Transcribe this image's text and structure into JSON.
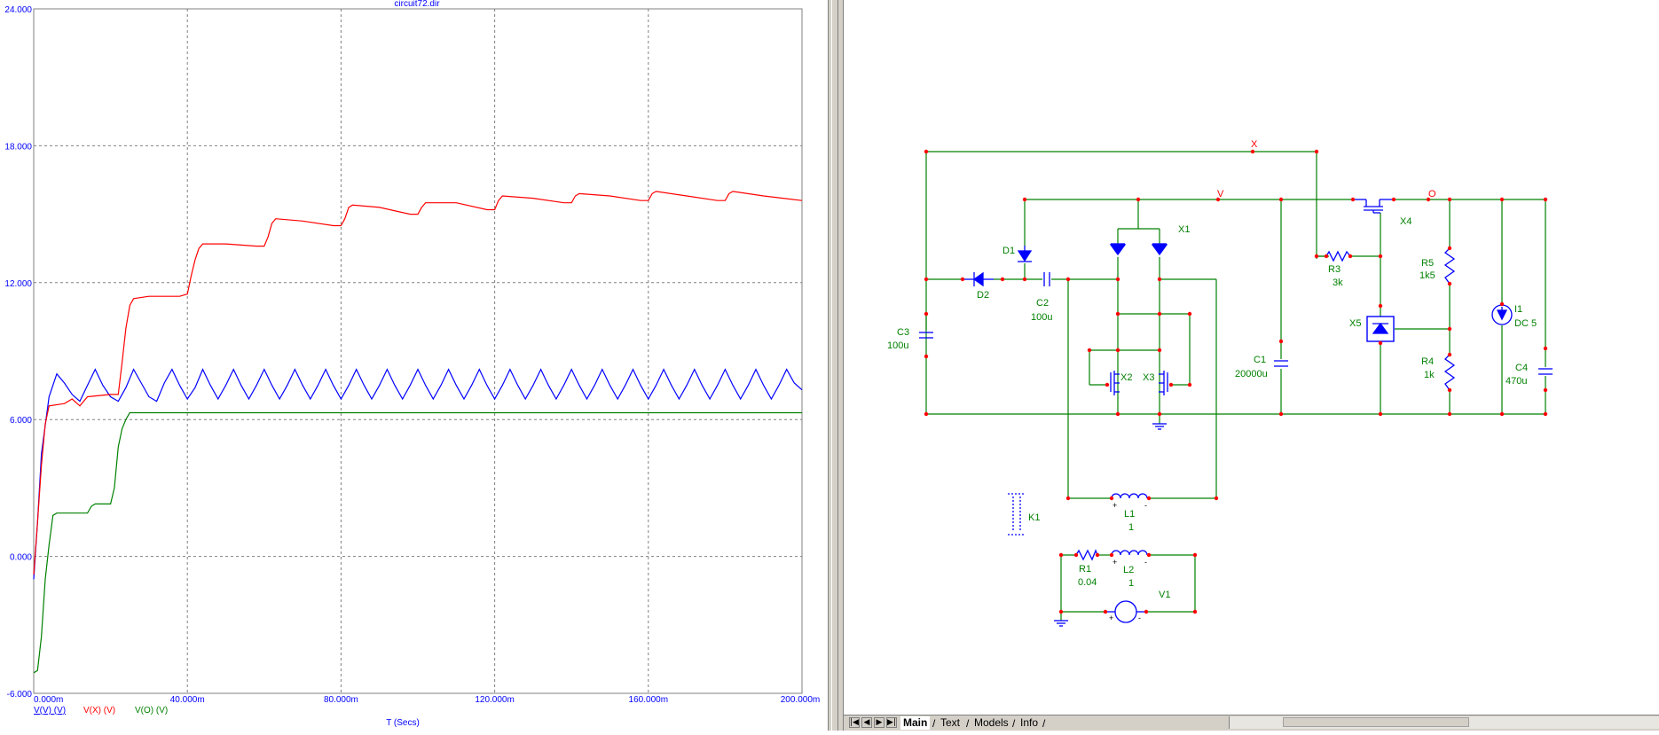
{
  "plot": {
    "title": "circuit72.dir",
    "x_axis_title": "T (Secs)",
    "y_ticks": [
      "24.000",
      "18.000",
      "12.000",
      "6.000",
      "0.000",
      "-6.000"
    ],
    "x_ticks": [
      "0.000m",
      "40.000m",
      "80.000m",
      "120.000m",
      "160.000m",
      "200.000m"
    ],
    "legend": [
      {
        "label": "V(V) (V)",
        "color": "#0000ff"
      },
      {
        "label": "V(X) (V)",
        "color": "#ff0000"
      },
      {
        "label": "V(O) (V)",
        "color": "#008000"
      }
    ]
  },
  "chart_data": {
    "type": "line",
    "title": "circuit72.dir",
    "xlabel": "T (Secs)",
    "ylabel": "",
    "xlim": [
      0,
      200
    ],
    "ylim": [
      -6,
      24
    ],
    "x_unit": "ms",
    "grid": true,
    "legend_position": "bottom-left",
    "series": [
      {
        "name": "V(V) (V)",
        "color": "#0000ff",
        "points": [
          [
            0,
            -1.0
          ],
          [
            1,
            1.5
          ],
          [
            2,
            4.5
          ],
          [
            4,
            7.0
          ],
          [
            6,
            8.0
          ],
          [
            8,
            7.6
          ],
          [
            10,
            7.1
          ],
          [
            12,
            6.8
          ],
          [
            14,
            7.5
          ],
          [
            16,
            8.2
          ],
          [
            18,
            7.5
          ],
          [
            20,
            7.0
          ],
          [
            22,
            6.8
          ],
          [
            24,
            7.4
          ],
          [
            26,
            8.2
          ],
          [
            28,
            7.6
          ],
          [
            30,
            7.0
          ],
          [
            32,
            6.8
          ],
          [
            34,
            7.6
          ],
          [
            36,
            8.2
          ],
          [
            38,
            7.5
          ],
          [
            40,
            6.9
          ],
          [
            42,
            7.4
          ],
          [
            44,
            8.2
          ],
          [
            46,
            7.5
          ],
          [
            48,
            6.9
          ],
          [
            50,
            7.5
          ],
          [
            52,
            8.2
          ],
          [
            54,
            7.5
          ],
          [
            56,
            6.9
          ],
          [
            58,
            7.5
          ],
          [
            60,
            8.2
          ],
          [
            62,
            7.5
          ],
          [
            64,
            6.9
          ],
          [
            66,
            7.5
          ],
          [
            68,
            8.2
          ],
          [
            70,
            7.5
          ],
          [
            72,
            6.9
          ],
          [
            74,
            7.5
          ],
          [
            76,
            8.2
          ],
          [
            78,
            7.5
          ],
          [
            80,
            6.9
          ],
          [
            82,
            7.5
          ],
          [
            84,
            8.2
          ],
          [
            86,
            7.5
          ],
          [
            88,
            6.9
          ],
          [
            90,
            7.5
          ],
          [
            92,
            8.2
          ],
          [
            94,
            7.5
          ],
          [
            96,
            6.9
          ],
          [
            98,
            7.5
          ],
          [
            100,
            8.2
          ],
          [
            102,
            7.5
          ],
          [
            104,
            6.9
          ],
          [
            106,
            7.5
          ],
          [
            108,
            8.2
          ],
          [
            110,
            7.5
          ],
          [
            112,
            6.9
          ],
          [
            114,
            7.5
          ],
          [
            116,
            8.2
          ],
          [
            118,
            7.5
          ],
          [
            120,
            6.9
          ],
          [
            122,
            7.5
          ],
          [
            124,
            8.2
          ],
          [
            126,
            7.5
          ],
          [
            128,
            6.9
          ],
          [
            130,
            7.5
          ],
          [
            132,
            8.2
          ],
          [
            134,
            7.5
          ],
          [
            136,
            6.9
          ],
          [
            138,
            7.5
          ],
          [
            140,
            8.2
          ],
          [
            142,
            7.5
          ],
          [
            144,
            6.9
          ],
          [
            146,
            7.5
          ],
          [
            148,
            8.2
          ],
          [
            150,
            7.5
          ],
          [
            152,
            6.9
          ],
          [
            154,
            7.5
          ],
          [
            156,
            8.2
          ],
          [
            158,
            7.5
          ],
          [
            160,
            6.9
          ],
          [
            162,
            7.5
          ],
          [
            164,
            8.2
          ],
          [
            166,
            7.5
          ],
          [
            168,
            6.9
          ],
          [
            170,
            7.5
          ],
          [
            172,
            8.2
          ],
          [
            174,
            7.5
          ],
          [
            176,
            6.9
          ],
          [
            178,
            7.5
          ],
          [
            180,
            8.2
          ],
          [
            182,
            7.5
          ],
          [
            184,
            6.9
          ],
          [
            186,
            7.5
          ],
          [
            188,
            8.2
          ],
          [
            190,
            7.5
          ],
          [
            192,
            6.9
          ],
          [
            194,
            7.5
          ],
          [
            196,
            8.2
          ],
          [
            198,
            7.6
          ],
          [
            200,
            7.3
          ]
        ]
      },
      {
        "name": "V(X) (V)",
        "color": "#ff0000",
        "points": [
          [
            0,
            -0.8
          ],
          [
            1,
            1.5
          ],
          [
            2,
            4.0
          ],
          [
            3,
            5.8
          ],
          [
            4,
            6.6
          ],
          [
            8,
            6.7
          ],
          [
            10,
            6.9
          ],
          [
            12,
            6.6
          ],
          [
            14,
            7.0
          ],
          [
            20,
            7.1
          ],
          [
            22,
            7.1
          ],
          [
            23,
            8.5
          ],
          [
            24,
            10.0
          ],
          [
            25,
            11.0
          ],
          [
            26,
            11.3
          ],
          [
            30,
            11.4
          ],
          [
            38,
            11.4
          ],
          [
            40,
            11.5
          ],
          [
            41,
            12.3
          ],
          [
            42,
            13.0
          ],
          [
            43,
            13.5
          ],
          [
            44,
            13.7
          ],
          [
            50,
            13.7
          ],
          [
            58,
            13.6
          ],
          [
            60,
            13.6
          ],
          [
            61,
            14.0
          ],
          [
            62,
            14.6
          ],
          [
            63,
            14.8
          ],
          [
            70,
            14.7
          ],
          [
            78,
            14.5
          ],
          [
            80,
            14.5
          ],
          [
            81,
            14.8
          ],
          [
            82,
            15.3
          ],
          [
            83,
            15.4
          ],
          [
            90,
            15.3
          ],
          [
            98,
            15.0
          ],
          [
            100,
            15.0
          ],
          [
            101,
            15.3
          ],
          [
            102,
            15.5
          ],
          [
            110,
            15.5
          ],
          [
            118,
            15.2
          ],
          [
            120,
            15.2
          ],
          [
            121,
            15.6
          ],
          [
            122,
            15.8
          ],
          [
            130,
            15.7
          ],
          [
            138,
            15.5
          ],
          [
            140,
            15.5
          ],
          [
            141,
            15.8
          ],
          [
            142,
            15.9
          ],
          [
            150,
            15.8
          ],
          [
            158,
            15.6
          ],
          [
            160,
            15.6
          ],
          [
            161,
            15.9
          ],
          [
            162,
            16.0
          ],
          [
            170,
            15.8
          ],
          [
            178,
            15.6
          ],
          [
            180,
            15.6
          ],
          [
            181,
            15.9
          ],
          [
            182,
            16.0
          ],
          [
            190,
            15.8
          ],
          [
            200,
            15.6
          ]
        ]
      },
      {
        "name": "V(O) (V)",
        "color": "#008000",
        "points": [
          [
            0,
            -5.1
          ],
          [
            1,
            -5.0
          ],
          [
            2,
            -3.5
          ],
          [
            3,
            -1.0
          ],
          [
            4,
            0.5
          ],
          [
            5,
            1.8
          ],
          [
            6,
            1.9
          ],
          [
            14,
            1.9
          ],
          [
            15,
            2.2
          ],
          [
            16,
            2.3
          ],
          [
            20,
            2.3
          ],
          [
            21,
            3.0
          ],
          [
            22,
            4.8
          ],
          [
            23,
            5.6
          ],
          [
            24,
            6.0
          ],
          [
            25,
            6.3
          ],
          [
            30,
            6.3
          ],
          [
            200,
            6.3
          ]
        ]
      }
    ]
  },
  "schematic": {
    "nodes": {
      "x": "X",
      "v": "V",
      "o": "O"
    },
    "parts": [
      {
        "key": "d1",
        "name": "D1",
        "value": ""
      },
      {
        "key": "d2",
        "name": "D2",
        "value": ""
      },
      {
        "key": "c2",
        "name": "C2",
        "value": "100u"
      },
      {
        "key": "c3",
        "name": "C3",
        "value": "100u"
      },
      {
        "key": "x1",
        "name": "X1",
        "value": ""
      },
      {
        "key": "x2",
        "name": "X2",
        "value": ""
      },
      {
        "key": "x3",
        "name": "X3",
        "value": ""
      },
      {
        "key": "c1",
        "name": "C1",
        "value": "20000u"
      },
      {
        "key": "r3",
        "name": "R3",
        "value": "3k"
      },
      {
        "key": "x4",
        "name": "X4",
        "value": ""
      },
      {
        "key": "x5",
        "name": "X5",
        "value": ""
      },
      {
        "key": "r5",
        "name": "R5",
        "value": "1k5"
      },
      {
        "key": "r4",
        "name": "R4",
        "value": "1k"
      },
      {
        "key": "i1",
        "name": "I1",
        "value": "DC 5"
      },
      {
        "key": "c4",
        "name": "C4",
        "value": "470u"
      },
      {
        "key": "l1",
        "name": "L1",
        "value": "1"
      },
      {
        "key": "k1",
        "name": "K1",
        "value": ""
      },
      {
        "key": "r1",
        "name": "R1",
        "value": "0.04"
      },
      {
        "key": "l2",
        "name": "L2",
        "value": "1"
      },
      {
        "key": "v1",
        "name": "V1",
        "value": ""
      }
    ]
  },
  "tabs": [
    {
      "label": "Main",
      "active": true
    },
    {
      "label": "Text",
      "active": false
    },
    {
      "label": "Models",
      "active": false
    },
    {
      "label": "Info",
      "active": false
    }
  ],
  "nav_buttons": [
    "|◀",
    "◀",
    "▶",
    "▶|"
  ]
}
